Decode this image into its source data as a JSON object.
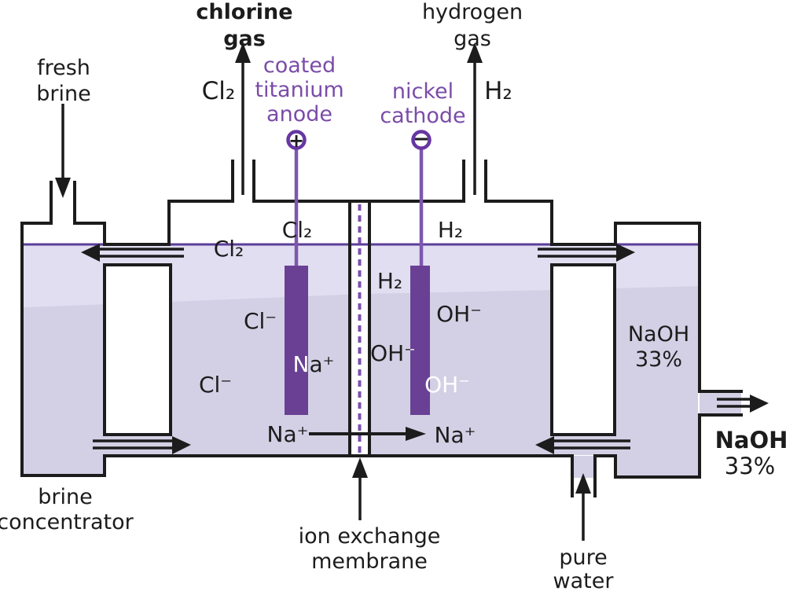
{
  "palette": {
    "outline_black": "#1c1c1c",
    "liquid_upper": "#e1def1",
    "liquid_lower": "#d3d0e5",
    "electrode_purple": "#6a4095",
    "wire_purple": "#7e57ad",
    "label_purple": "#7a4ca8",
    "terminal_ring_purple": "#6636a2",
    "surface_line_purple": "#5b3d99",
    "membrane_dash_purple": "#7a4fad"
  },
  "gas_outlets": {
    "chlorine_title_line1": "chlorine",
    "chlorine_title_line2": "gas",
    "chlorine_formula": "Cl₂",
    "hydrogen_title_line1": "hydrogen",
    "hydrogen_title_line2": "gas",
    "hydrogen_formula": "H₂"
  },
  "inlets": {
    "fresh_brine_line1": "fresh",
    "fresh_brine_line2": "brine",
    "pure_water_line1": "pure",
    "pure_water_line2": "water"
  },
  "electrodes": {
    "anode_line1": "coated",
    "anode_line2": "titanium",
    "anode_line3": "anode",
    "anode_sign": "+",
    "cathode_line1": "nickel",
    "cathode_line2": "cathode",
    "cathode_sign": "−"
  },
  "cell": {
    "cl2_at_surface": "Cl₂",
    "cl2_headspace": "Cl₂",
    "h2_headspace": "H₂",
    "h2_in_liquid": "H₂",
    "cl_minus_upper": "Cl⁻",
    "cl_minus_lower": "Cl⁻",
    "na_plus_on_anode": "Na⁺",
    "oh_minus_right_of_cathode": "OH⁻",
    "oh_minus_left_of_cathode": "OH⁻",
    "oh_minus_on_cathode": "OH⁻",
    "na_plus_membrane_left": "Na⁺",
    "na_plus_membrane_right": "Na⁺",
    "naoh_tank_line1": "NaOH",
    "naoh_tank_line2": "33%"
  },
  "outputs": {
    "naoh_out_line1": "NaOH",
    "naoh_out_line2": "33%"
  },
  "captions": {
    "brine_concentrator_line1": "brine",
    "brine_concentrator_line2": "concentrator",
    "membrane_line1": "ion exchange",
    "membrane_line2": "membrane"
  }
}
